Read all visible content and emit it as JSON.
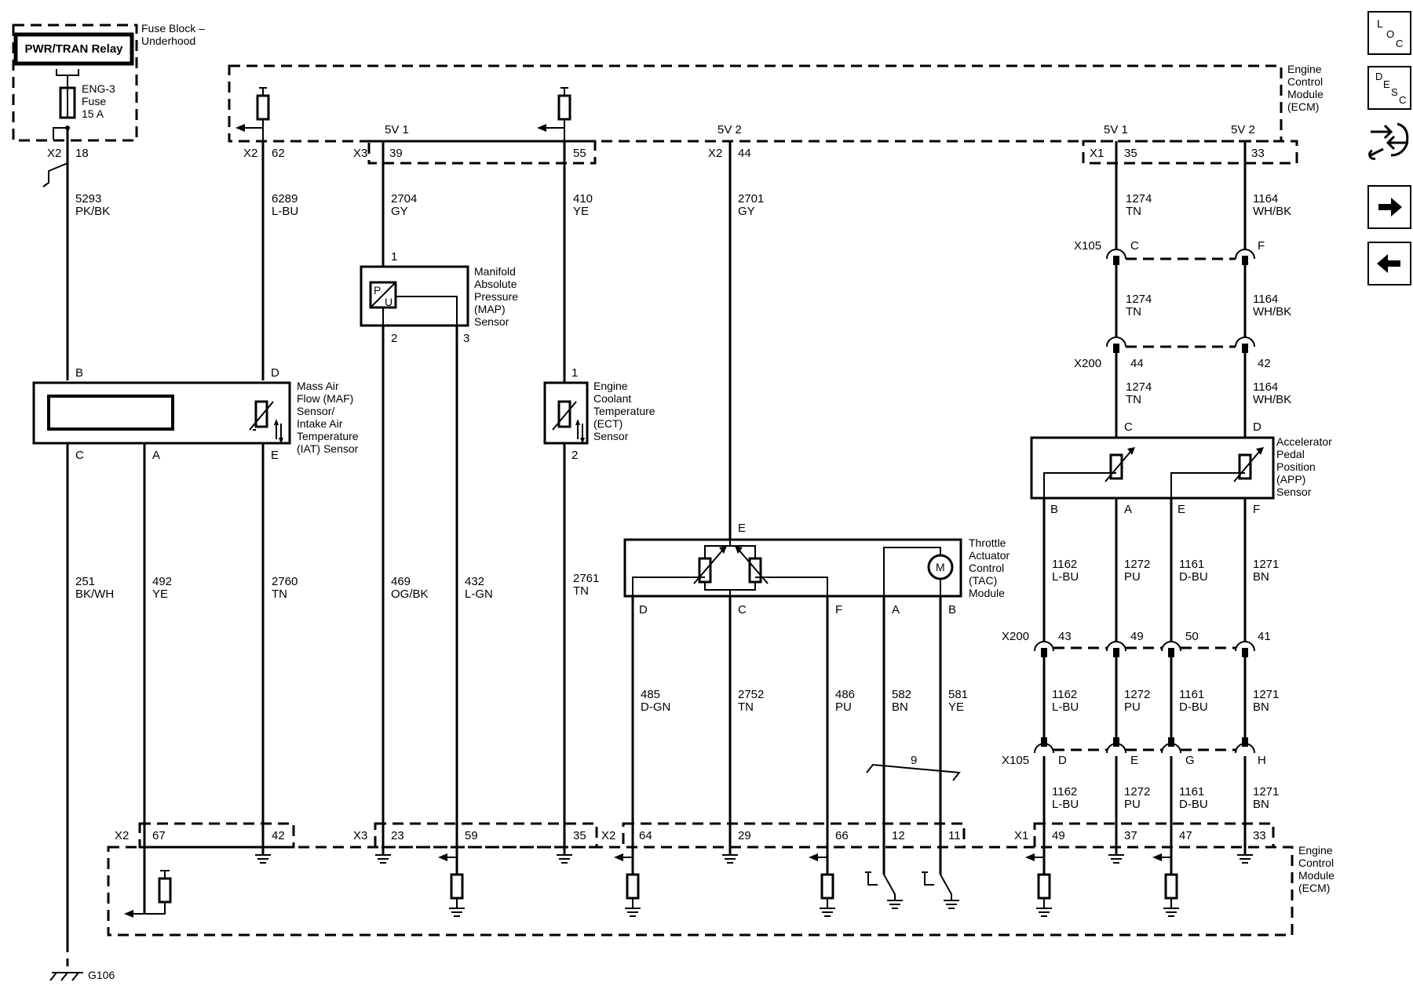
{
  "relay": {
    "label": "PWR/TRAN Relay"
  },
  "fuse_block": {
    "line1": "Fuse Block –",
    "line2": "Underhood"
  },
  "fuse": {
    "line1": "ENG-3",
    "line2": "Fuse",
    "line3": "15 A"
  },
  "ecm_top": {
    "l1": "Engine",
    "l2": "Control",
    "l3": "Module",
    "l4": "(ECM)"
  },
  "ecm_bottom": {
    "l1": "Engine",
    "l2": "Control",
    "l3": "Module",
    "l4": "(ECM)"
  },
  "supplies": {
    "v1": "5V 1",
    "v2": "5V 2",
    "v3": "5V 1",
    "v4": "5V 2"
  },
  "top_pins": {
    "x2a": "X2",
    "p18": "18",
    "x2b": "X2",
    "p62": "62",
    "x3a": "X3",
    "p39": "39",
    "p55": "55",
    "x2c": "X2",
    "p44": "44",
    "x1a": "X1",
    "p35": "35",
    "p33": "33"
  },
  "wires_top": {
    "c5293": "5293",
    "k5293": "PK/BK",
    "c6289": "6289",
    "k6289": "L-BU",
    "c2704": "2704",
    "k2704": "GY",
    "c410": "410",
    "k410": "YE",
    "c2701": "2701",
    "k2701": "GY",
    "c1274a": "1274",
    "k1274a": "TN",
    "c1164a": "1164",
    "k1164a": "WH/BK",
    "c1274b": "1274",
    "k1274b": "TN",
    "c1164b": "1164",
    "k1164b": "WH/BK",
    "c1274c": "1274",
    "k1274c": "TN",
    "c1164c": "1164",
    "k1164c": "WH/BK"
  },
  "x105_top": {
    "label": "X105",
    "c": "C",
    "f": "F"
  },
  "x200_top": {
    "label": "X200",
    "p44": "44",
    "p42": "42"
  },
  "map": {
    "l1": "Manifold",
    "l2": "Absolute",
    "l3": "Pressure",
    "l4": "(MAP)",
    "l5": "Sensor",
    "pin1": "1",
    "pin2": "2",
    "pin3": "3",
    "glyph_p": "P",
    "glyph_u": "U"
  },
  "maf": {
    "l1": "Mass Air",
    "l2": "Flow (MAF)",
    "l3": "Sensor/",
    "l4": "Intake Air",
    "l5": "Temperature",
    "l6": "(IAT) Sensor",
    "pb": "B",
    "pd": "D",
    "pc": "C",
    "pa": "A",
    "pe": "E"
  },
  "ect": {
    "l1": "Engine",
    "l2": "Coolant",
    "l3": "Temperature",
    "l4": "(ECT)",
    "l5": "Sensor",
    "pin1": "1",
    "pin2": "2"
  },
  "app": {
    "l1": "Accelerator",
    "l2": "Pedal",
    "l3": "Position",
    "l4": "(APP)",
    "l5": "Sensor",
    "pc": "C",
    "pd": "D",
    "pb": "B",
    "pa": "A",
    "pe": "E",
    "pf": "F"
  },
  "tac": {
    "l1": "Throttle",
    "l2": "Actuator",
    "l3": "Control",
    "l4": "(TAC)",
    "l5": "Module",
    "pe": "E",
    "pd": "D",
    "pc": "C",
    "pf": "F",
    "pa": "A",
    "pb": "B",
    "motor": "M"
  },
  "wires_mid": {
    "c251": "251",
    "k251": "BK/WH",
    "c492": "492",
    "k492": "YE",
    "c2760": "2760",
    "k2760": "TN",
    "c469": "469",
    "k469": "OG/BK",
    "c432": "432",
    "k432": "L-GN",
    "c2761": "2761",
    "k2761": "TN",
    "c1162a": "1162",
    "k1162a": "L-BU",
    "c1272a": "1272",
    "k1272a": "PU",
    "c1161a": "1161",
    "k1161a": "D-BU",
    "c1271a": "1271",
    "k1271a": "BN",
    "c485": "485",
    "k485": "D-GN",
    "c2752": "2752",
    "k2752": "TN",
    "c486": "486",
    "k486": "PU",
    "c582": "582",
    "k582": "BN",
    "c581": "581",
    "k581": "YE",
    "c1162b": "1162",
    "k1162b": "L-BU",
    "c1272b": "1272",
    "k1272b": "PU",
    "c1161b": "1161",
    "k1161b": "D-BU",
    "c1271b": "1271",
    "k1271b": "BN",
    "c1162c": "1162",
    "k1162c": "L-BU",
    "c1272c": "1272",
    "k1272c": "PU",
    "c1161c": "1161",
    "k1161c": "D-BU",
    "c1271c": "1271",
    "k1271c": "BN"
  },
  "x200_bot": {
    "label": "X200",
    "p43": "43",
    "p49": "49",
    "p50": "50",
    "p41": "41"
  },
  "x105_bot": {
    "label": "X105",
    "d": "D",
    "e": "E",
    "g": "G",
    "h": "H"
  },
  "twist": {
    "label": "9"
  },
  "bottom_pins": {
    "x2a": "X2",
    "p67": "67",
    "p42": "42",
    "x3": "X3",
    "p23": "23",
    "p59": "59",
    "p35": "35",
    "x2b": "X2",
    "p64": "64",
    "p29": "29",
    "p66": "66",
    "p12": "12",
    "p11": "11",
    "x1": "X1",
    "p49": "49",
    "p37": "37",
    "p47": "47",
    "p33": "33"
  },
  "ground": {
    "label": "G106"
  },
  "side_buttons": {
    "loc": {
      "a": "L",
      "b": "O",
      "c": "C"
    },
    "desc": {
      "a": "D",
      "b": "E",
      "c": "S",
      "d": "C"
    }
  }
}
